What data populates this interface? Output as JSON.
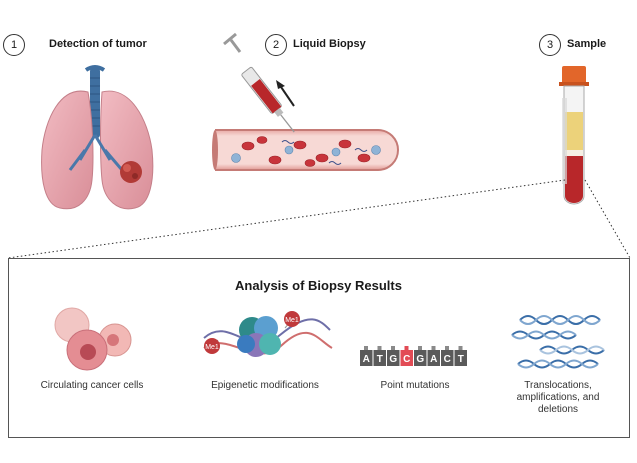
{
  "steps": [
    {
      "number": "1",
      "label": "Detection of tumor"
    },
    {
      "number": "2",
      "label": "Liquid Biopsy"
    },
    {
      "number": "3",
      "label": "Sample"
    }
  ],
  "results": {
    "title": "Analysis of Biopsy Results",
    "items": [
      {
        "caption": "Circulating cancer cells"
      },
      {
        "caption": "Epigenetic modifications"
      },
      {
        "caption": "Point mutations"
      },
      {
        "caption_lines": [
          "Translocations,",
          "amplifications, and",
          "deletions"
        ]
      }
    ],
    "methyl_tag": "Me1",
    "sequence": [
      "A",
      "T",
      "G",
      "C",
      "G",
      "A",
      "C",
      "T"
    ]
  },
  "colors": {
    "lung": "#e6a3ac",
    "trachea": "#3f6fa0",
    "tumor": "#b13a36",
    "blood": "#b8272a",
    "vessel": "#f2c8c4",
    "tube_cap": "#e2662a",
    "plasma": "#ecd27a"
  }
}
